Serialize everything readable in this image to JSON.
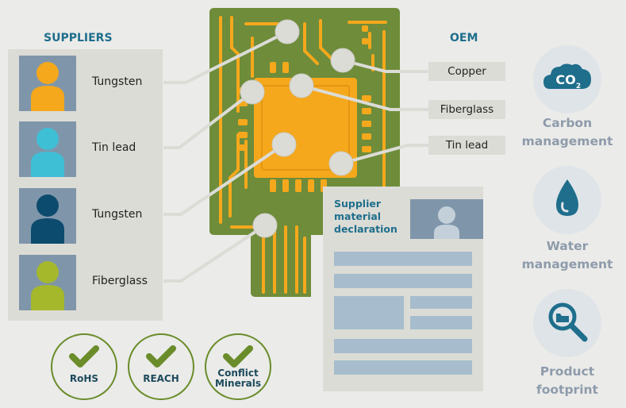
{
  "headers": {
    "suppliers": "SUPPLIERS",
    "oem": "OEM"
  },
  "suppliers": [
    {
      "label": "Tungsten",
      "color": "#f5a81c"
    },
    {
      "label": "Tin lead",
      "color": "#3fbfd6"
    },
    {
      "label": "Tungsten",
      "color": "#0d4b6e"
    },
    {
      "label": "Fiberglass",
      "color": "#a5b82c"
    }
  ],
  "oem_materials": [
    "Copper",
    "Fiberglass",
    "Tin lead"
  ],
  "management": [
    {
      "label_line1": "Carbon",
      "label_line2": "management",
      "icon": "co2-cloud-icon",
      "icon_text": "CO",
      "icon_sub": "2"
    },
    {
      "label_line1": "Water",
      "label_line2": "management",
      "icon": "water-drop-icon"
    },
    {
      "label_line1": "Product",
      "label_line2": "footprint",
      "icon": "magnifier-folder-icon"
    }
  ],
  "badges": [
    {
      "line1": "RoHS",
      "line2": ""
    },
    {
      "line1": "REACH",
      "line2": ""
    },
    {
      "line1": "Conflict",
      "line2": "Minerals"
    }
  ],
  "document": {
    "title_line1": "Supplier",
    "title_line2": "material",
    "title_line3": "declaration"
  },
  "colors": {
    "board": "#6e8c3a",
    "chip": "#f5a81c",
    "accent": "#1e6e8c",
    "muted_label": "#8e9bab",
    "badge_green": "#6a8c2a",
    "doc_bar": "#a7bdcd"
  }
}
